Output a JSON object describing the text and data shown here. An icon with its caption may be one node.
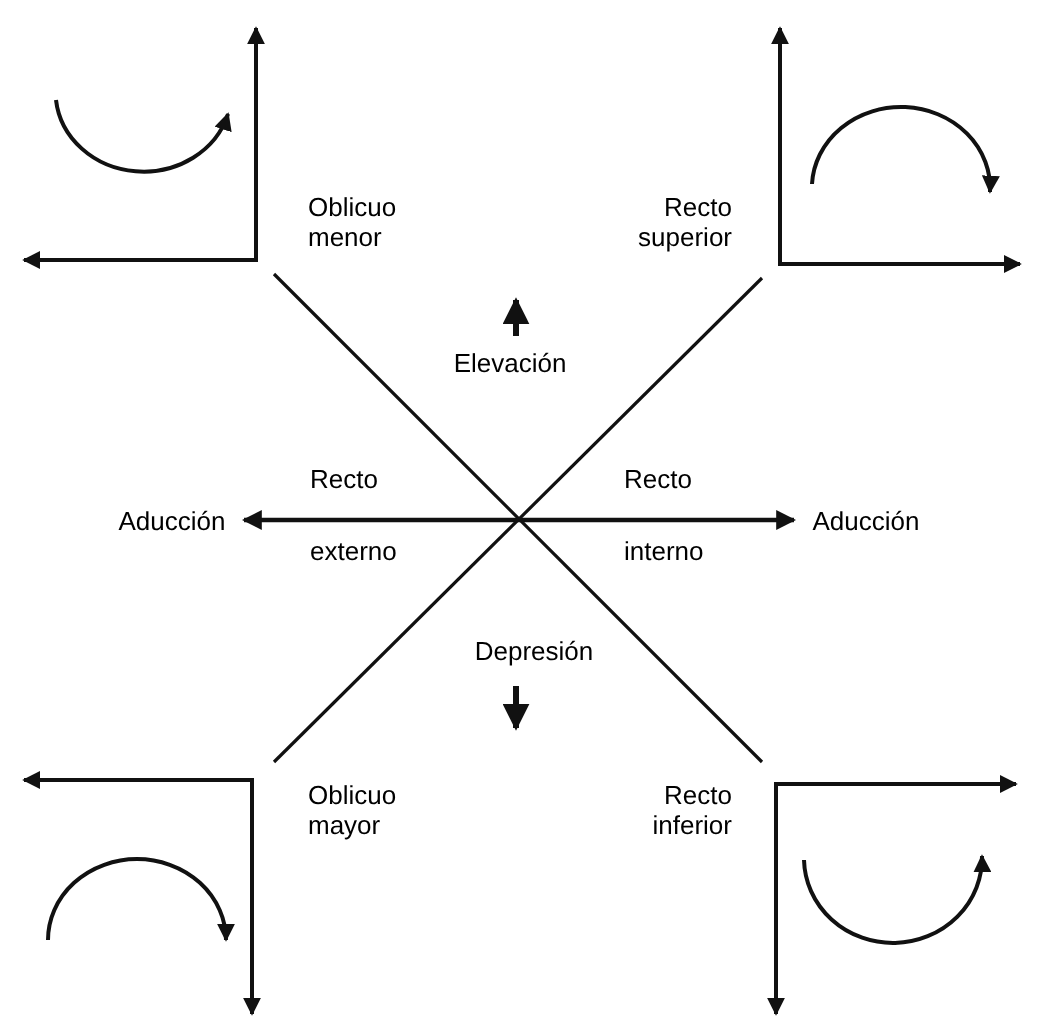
{
  "diagram": {
    "nodes": [
      {
        "text": [
          "Aducción"
        ]
      },
      {
        "text": [
          "Aducción"
        ]
      }
    ],
    "edges": [
      {
        "from": null,
        "to": 0,
        "arrow": "to"
      },
      {
        "from": null,
        "to": 1,
        "arrow": "to"
      }
    ],
    "labels": [
      "Oblicuo menor",
      "Recto superior",
      "Elevación",
      "Recto",
      "Recto",
      "externo",
      "interno",
      "Depresión",
      "Oblicuo mayor",
      "Recto inferior"
    ]
  }
}
